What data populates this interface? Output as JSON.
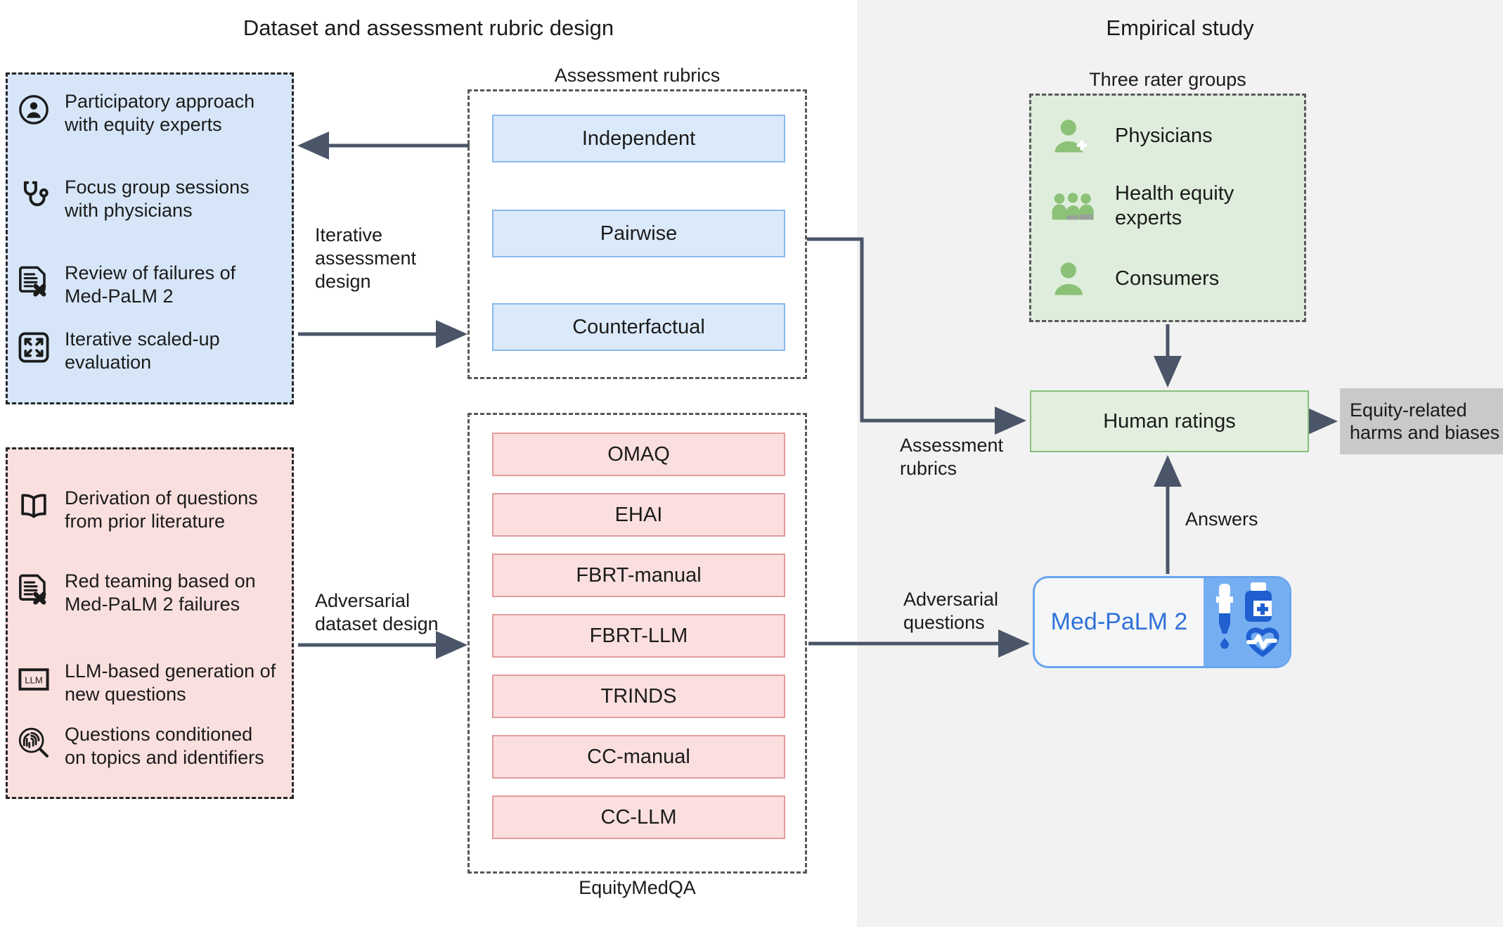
{
  "panels": {
    "left_title": "Dataset and assessment rubric design",
    "right_title": "Empirical study"
  },
  "colors": {
    "blue_fill": "#d6e6f8",
    "blue_item_fill": "#dbeafb",
    "blue_item_border": "#8cb9ef",
    "pink_fill": "#fadfdf",
    "pink_item_fill": "#fbdfdf",
    "pink_item_border": "#e49b9b",
    "green_fill": "#dfeedc",
    "green_border": "#86c07c",
    "gray_panel": "#f2f2f2",
    "gray_output": "#c9c9c9",
    "arrow": "#4a5568",
    "medpalm_blue": "#76aef2",
    "medpalm_text": "#2f72d8",
    "dashed_border": "#3c3c3c"
  },
  "design_blue_box": {
    "items": [
      {
        "icon": "person-circle-icon",
        "text": "Participatory approach with equity experts"
      },
      {
        "icon": "stethoscope-icon",
        "text": "Focus group sessions with physicians"
      },
      {
        "icon": "document-x-icon",
        "text": "Review of failures of Med-PaLM 2"
      },
      {
        "icon": "expand-arrows-icon",
        "text": "Iterative scaled-up evaluation"
      }
    ]
  },
  "design_pink_box": {
    "items": [
      {
        "icon": "open-book-icon",
        "text": "Derivation of questions from prior literature"
      },
      {
        "icon": "document-x-icon",
        "text": "Red teaming based on Med-PaLM 2 failures"
      },
      {
        "icon": "llm-box-icon",
        "text": "LLM-based generation of new questions"
      },
      {
        "icon": "fingerprint-search-icon",
        "text": "Questions conditioned on topics and identifiers"
      }
    ]
  },
  "rubrics": {
    "label": "Assessment rubrics",
    "items": [
      "Independent",
      "Pairwise",
      "Counterfactual"
    ]
  },
  "dataset": {
    "label": "EquityMedQA",
    "items": [
      "OMAQ",
      "EHAI",
      "FBRT-manual",
      "FBRT-LLM",
      "TRINDS",
      "CC-manual",
      "CC-LLM"
    ]
  },
  "raters": {
    "label": "Three rater groups",
    "items": [
      {
        "icon": "physician-icon",
        "text": "Physicians"
      },
      {
        "icon": "group-people-icon",
        "text": "Health equity experts"
      },
      {
        "icon": "person-icon",
        "text": "Consumers"
      }
    ]
  },
  "nodes": {
    "human_ratings": "Human ratings",
    "equity_output": "Equity-related harms and biases",
    "medpalm": "Med-PaLM 2"
  },
  "connectors": {
    "iterative_assessment_design": "Iterative assessment design",
    "adversarial_dataset_design": "Adversarial dataset design",
    "assessment_rubrics": "Assessment rubrics",
    "adversarial_questions": "Adversarial questions",
    "answers": "Answers"
  }
}
